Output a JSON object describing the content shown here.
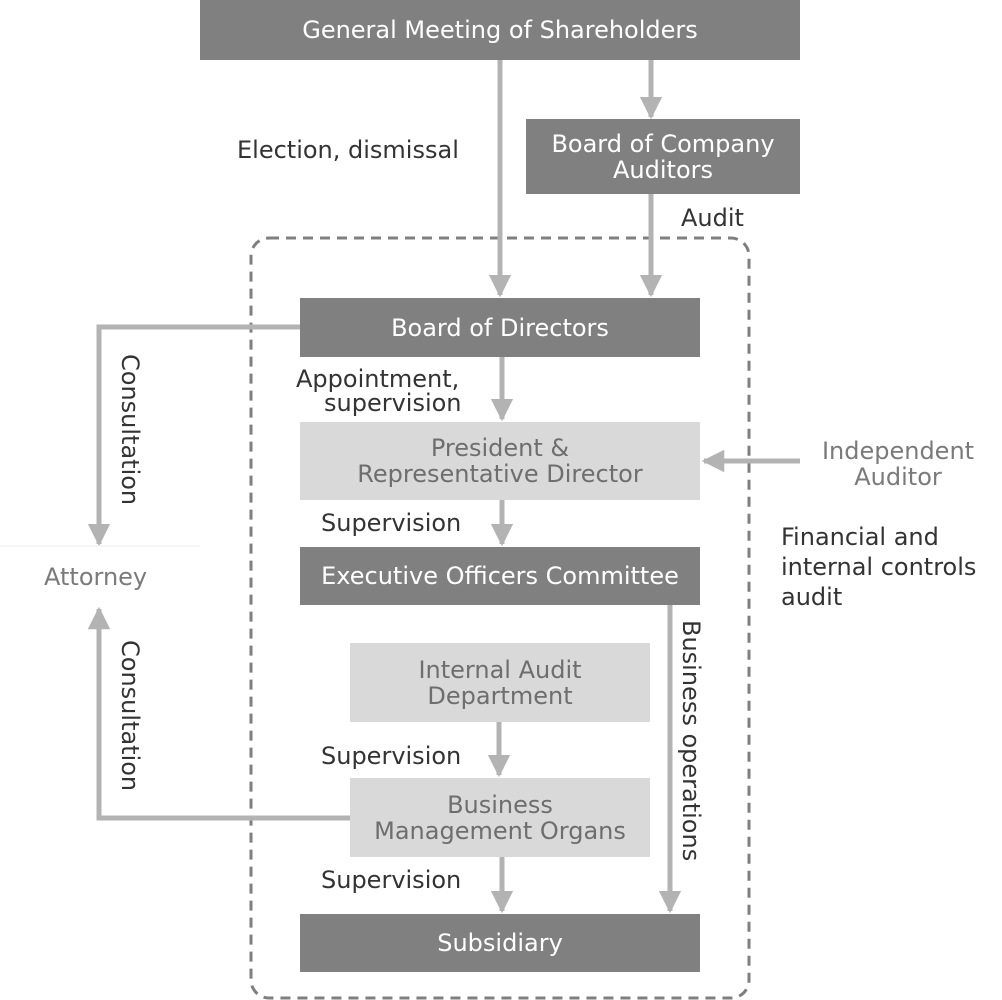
{
  "boxes": {
    "shareholders": "General Meeting of Shareholders",
    "company_auditors": [
      "Board of Company",
      "Auditors"
    ],
    "directors": "Board of Directors",
    "president": [
      "President &",
      "Representative Director"
    ],
    "executive_committee": "Executive Officers Committee",
    "internal_audit": [
      "Internal Audit",
      "Department"
    ],
    "business_organs": [
      "Business",
      "Management Organs"
    ],
    "subsidiary": "Subsidiary"
  },
  "outside": {
    "attorney": "Attorney",
    "independent_auditor": [
      "Independent",
      "Auditor"
    ]
  },
  "labels": {
    "election": "Election, dismissal",
    "audit": "Audit",
    "appointment": [
      "Appointment,",
      "supervision"
    ],
    "supervision_1": "Supervision",
    "supervision_2": "Supervision",
    "supervision_3": "Supervision",
    "consultation_top": "Consultation",
    "consultation_bottom": "Consultation",
    "business_operations": "Business operations",
    "financial_audit": [
      "Financial and",
      "internal controls",
      "audit"
    ]
  },
  "colors": {
    "dark_box": "#808080",
    "light_box": "#d9d9d9",
    "arrow": "#b3b3b3",
    "dashed_border": "#7f7f7f"
  }
}
